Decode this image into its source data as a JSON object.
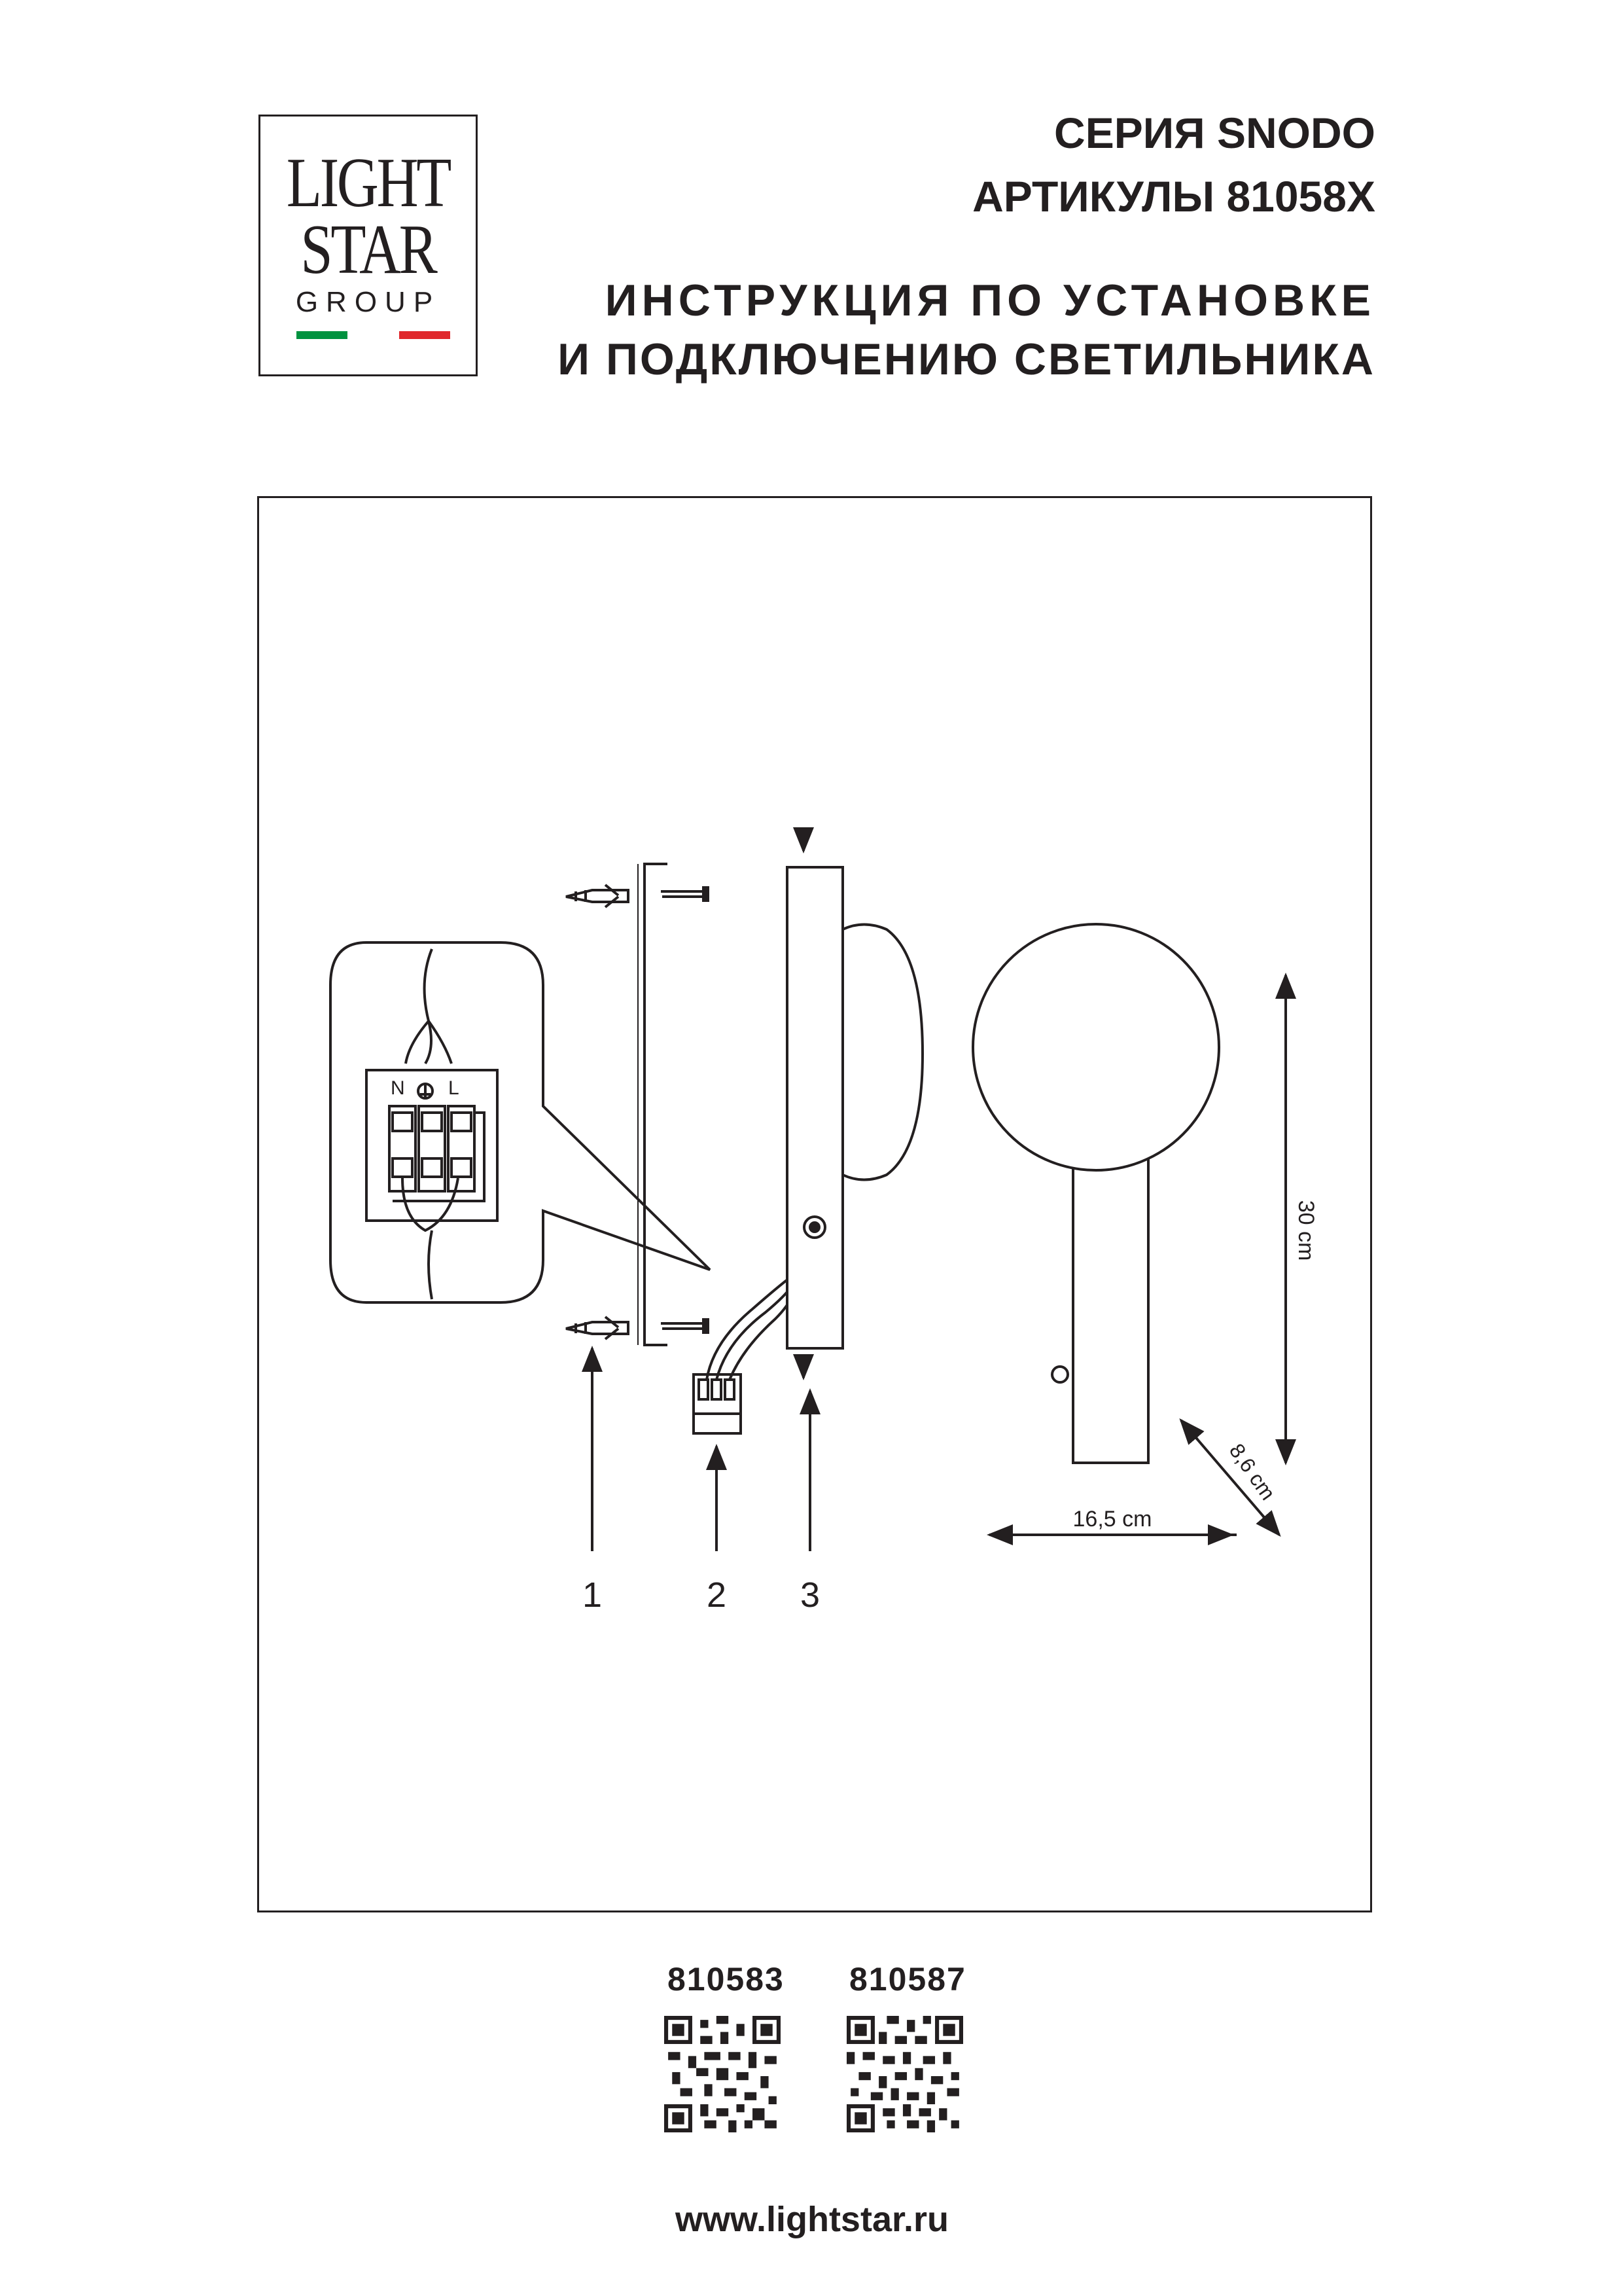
{
  "logo": {
    "line1": "LIGHT",
    "line2": "STAR",
    "line3": "GROUP",
    "flag_colors": [
      "#00923f",
      "#ffffff",
      "#e0282c"
    ]
  },
  "header": {
    "series": "СЕРИЯ SNODO",
    "articles": "АРТИКУЛЫ 81058X",
    "instruction_line1": "ИНСТРУКЦИЯ ПО УСТАНОВКЕ",
    "instruction_line2": "И ПОДКЛЮЧЕНИЮ СВЕТИЛЬНИКА"
  },
  "diagram": {
    "terminal_labels": {
      "neutral": "N",
      "live": "L"
    },
    "callouts": [
      "1",
      "2",
      "3"
    ],
    "dimensions": {
      "height": "30 cm",
      "width": "16,5 cm",
      "depth": "8,6 cm"
    }
  },
  "articles": [
    "810583",
    "810587"
  ],
  "website": "www.lightstar.ru"
}
